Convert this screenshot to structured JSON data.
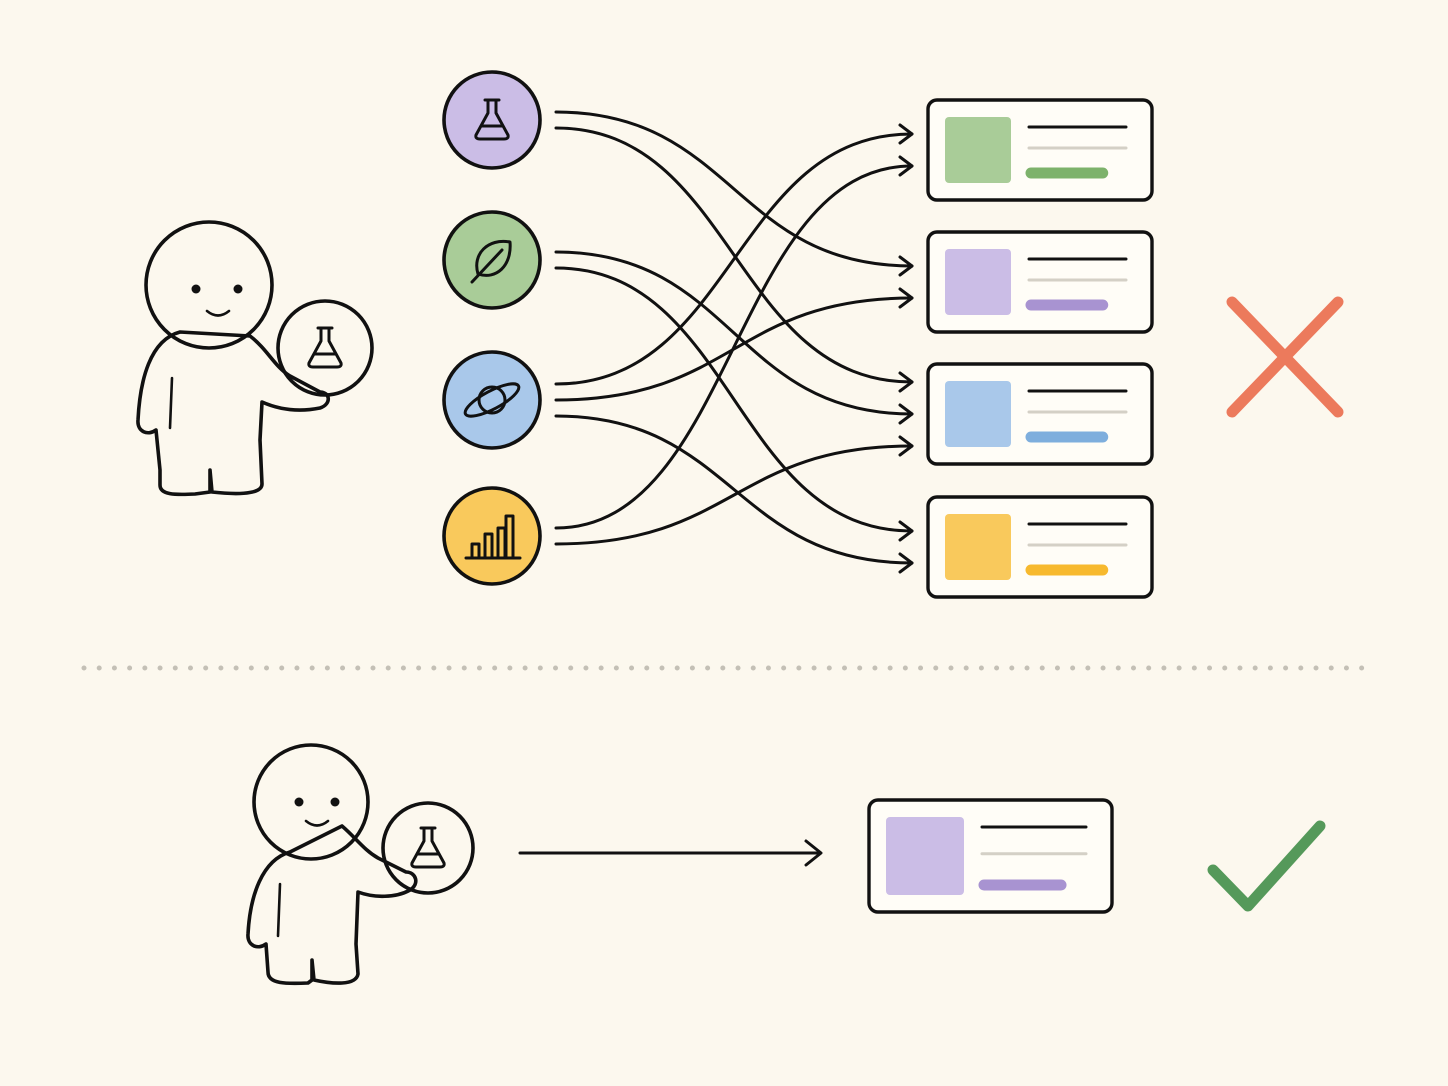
{
  "colors": {
    "background": "#fcf8ee",
    "character_skin": "#fbe3a5",
    "science": "#cbbde6",
    "nature": "#a9cc98",
    "space": "#a9c8ea",
    "data": "#f9c95c",
    "card_line": "#d4d0c6",
    "wrong_mark": "#ec7a5c",
    "right_mark": "#55995a"
  },
  "top_panel": {
    "held_topic": "science",
    "topics": [
      {
        "key": "science",
        "icon": "flask-icon"
      },
      {
        "key": "nature",
        "icon": "leaf-icon"
      },
      {
        "key": "space",
        "icon": "planet-icon"
      },
      {
        "key": "data",
        "icon": "bar-chart-icon"
      }
    ],
    "cards": [
      {
        "key": "nature"
      },
      {
        "key": "science"
      },
      {
        "key": "space"
      },
      {
        "key": "data"
      }
    ],
    "connections": [
      [
        "science",
        "science"
      ],
      [
        "science",
        "space"
      ],
      [
        "nature",
        "space"
      ],
      [
        "nature",
        "data"
      ],
      [
        "space",
        "nature"
      ],
      [
        "space",
        "science"
      ],
      [
        "space",
        "data"
      ],
      [
        "data",
        "nature"
      ],
      [
        "data",
        "space"
      ]
    ],
    "verdict_icon": "cross-icon"
  },
  "bottom_panel": {
    "held_topic": "science",
    "card": {
      "key": "science"
    },
    "verdict_icon": "check-icon"
  }
}
